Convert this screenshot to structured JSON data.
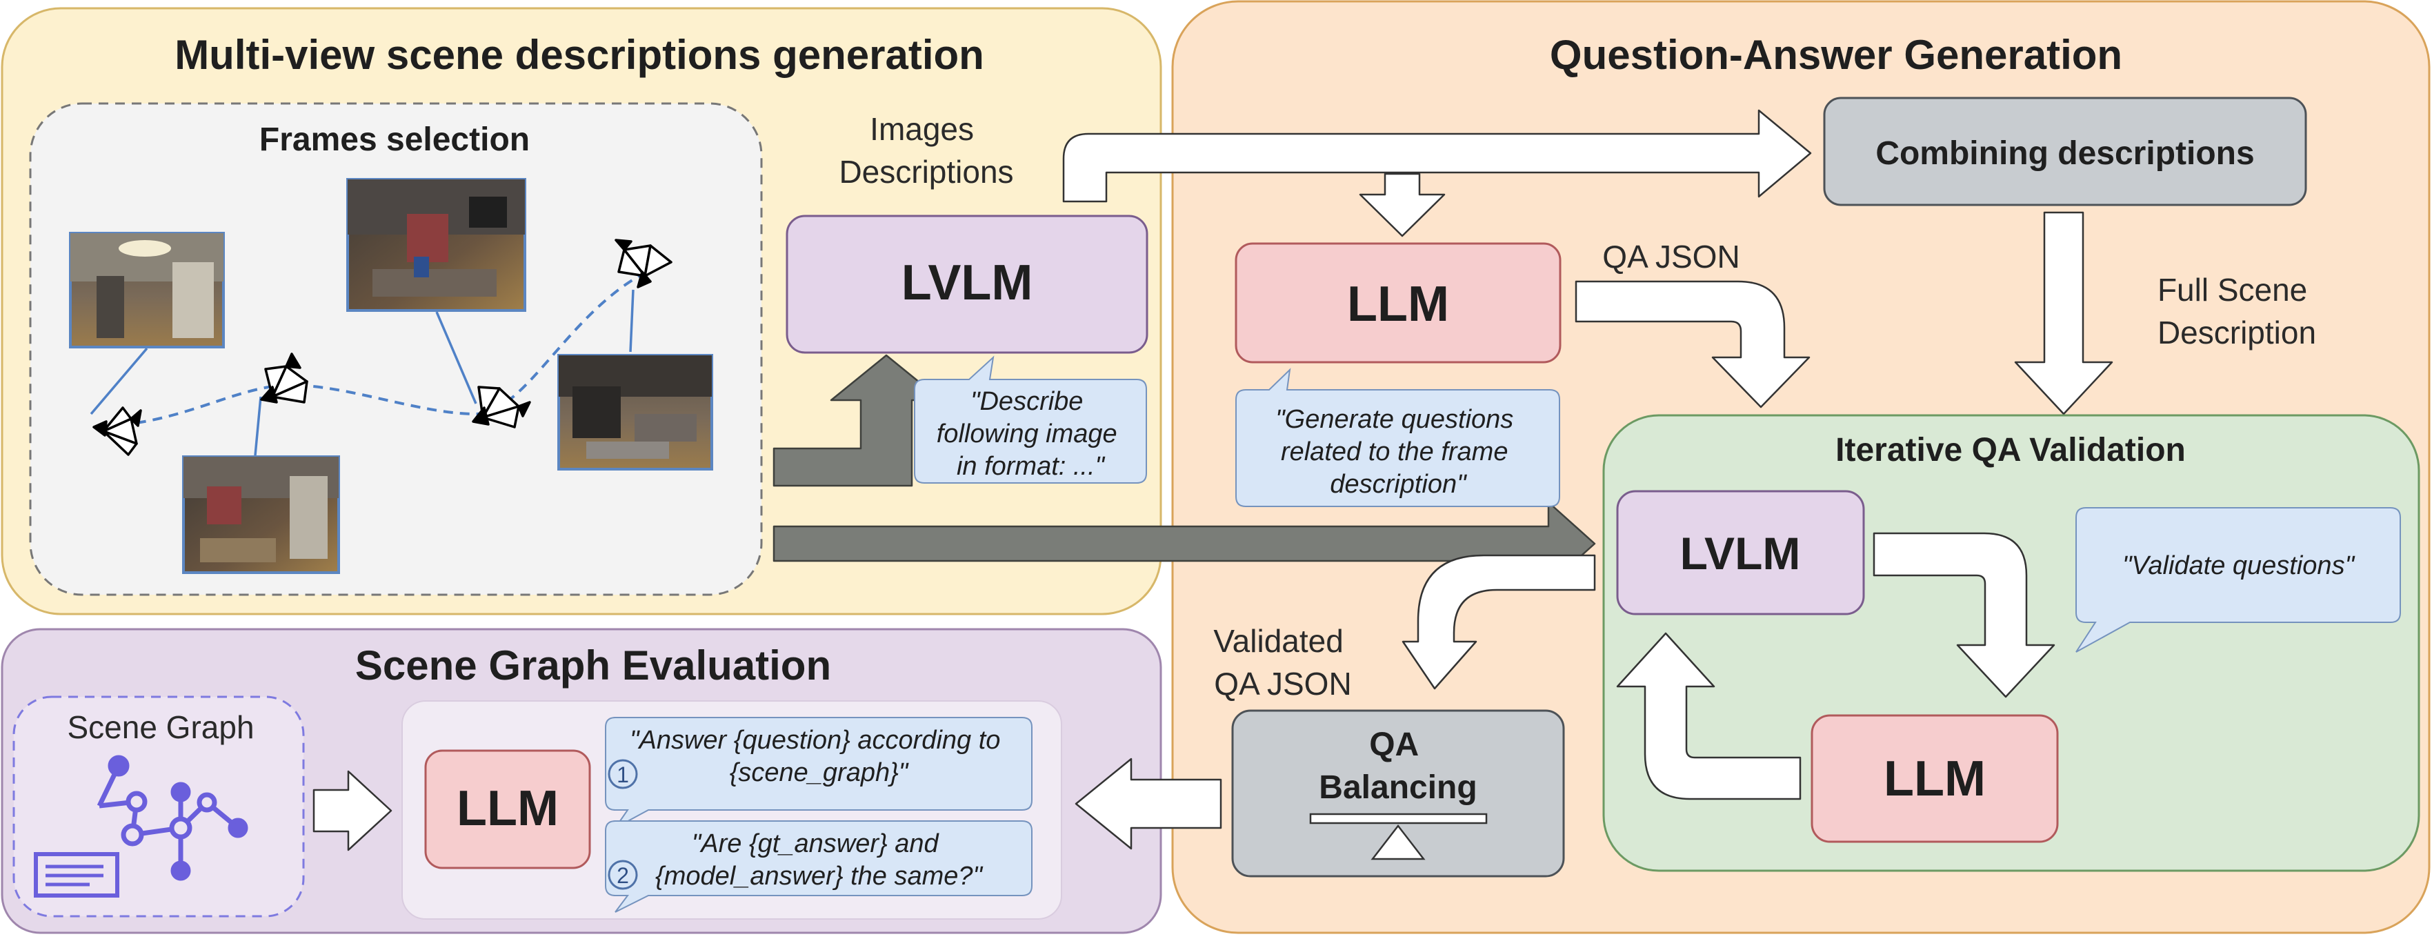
{
  "sections": {
    "multiview": {
      "title": "Multi-view scene descriptions generation",
      "frames_title": "Frames selection"
    },
    "qa_generation": {
      "title": "Question-Answer Generation"
    },
    "scene_graph_eval": {
      "title": "Scene Graph Evaluation",
      "scene_graph_label": "Scene Graph"
    },
    "iterative": {
      "title": "Iterative QA Validation"
    }
  },
  "labels": {
    "images_descriptions": [
      "Images",
      "Descriptions"
    ],
    "qa_json": "QA JSON",
    "full_scene_description": [
      "Full Scene",
      "Description"
    ],
    "validated_qa_json": [
      "Validated",
      "QA JSON"
    ]
  },
  "nodes": {
    "lvlm_top": "LVLM",
    "llm_qa": "LLM",
    "combining": "Combining descriptions",
    "lvlm_validate": "LVLM",
    "llm_validate": "LLM",
    "qa_balancing": [
      "QA",
      "Balancing"
    ],
    "llm_eval": "LLM"
  },
  "prompts": {
    "describe": [
      "\"Describe",
      "following image",
      "in format: ...\""
    ],
    "generate": [
      "\"Generate questions",
      "related to the frame",
      "description\""
    ],
    "validate": "\"Validate questions\"",
    "answer": [
      "\"Answer {question} according to",
      "{scene_graph}\""
    ],
    "same": [
      "\"Are {gt_answer} and",
      "{model_answer} the same?\""
    ]
  },
  "step_numbers": [
    "1",
    "2"
  ],
  "colors": {
    "multiview_bg": "#fdf1cf",
    "qa_bg": "#fde4cc",
    "scene_graph_bg": "#e5d9ea",
    "iterative_bg": "#d9e9d5",
    "lvlm": "#e4d5ea",
    "llm": "#f6cdce",
    "grey_box": "#c8ccd0",
    "prompt_bubble": "#d8e6f7",
    "graph_accent": "#6a5fdc"
  }
}
